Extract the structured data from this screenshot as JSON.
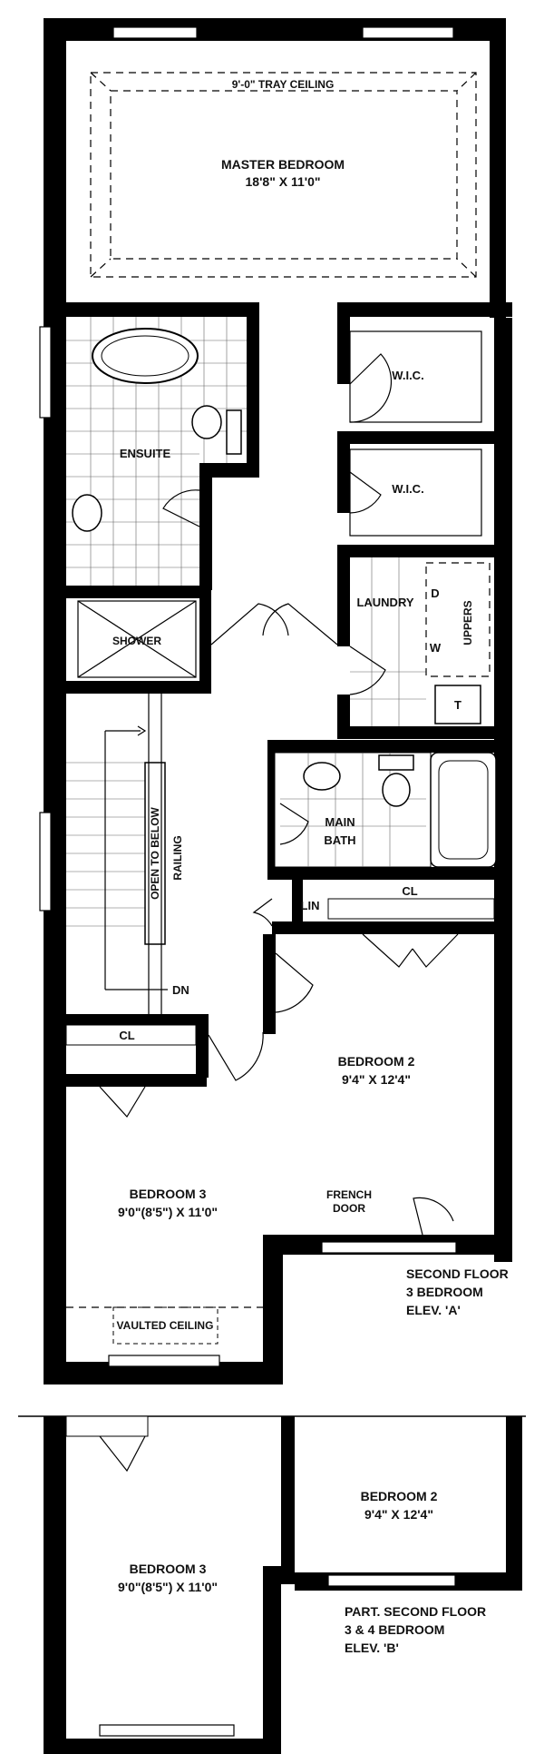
{
  "upper_plan": {
    "master_bedroom": {
      "ceiling": "9'-0\" TRAY CEILING",
      "name": "MASTER BEDROOM",
      "size": "18'8\" X 11'0\""
    },
    "wic_1": "W.I.C.",
    "wic_2": "W.I.C.",
    "ensuite": "ENSUITE",
    "shower": "SHOWER",
    "laundry": {
      "name": "LAUNDRY",
      "dryer": "D",
      "washer": "W",
      "uppers": "UPPERS",
      "tub": "T"
    },
    "main_bath": {
      "line1": "MAIN",
      "line2": "BATH"
    },
    "lin": "LIN",
    "cl_bedroom2": "CL",
    "cl_bedroom3": "CL",
    "open_to_below": "OPEN TO BELOW",
    "railing": "RAILING",
    "stair_dn": "DN",
    "bedroom_2": {
      "name": "BEDROOM 2",
      "size": "9'4\" X 12'4\""
    },
    "french_door": {
      "line1": "FRENCH",
      "line2": "DOOR"
    },
    "bedroom_3": {
      "name": "BEDROOM 3",
      "size": "9'0\"(8'5\") X 11'0\""
    },
    "vaulted_ceiling": "VAULTED CEILING",
    "caption": {
      "line1": "SECOND FLOOR",
      "line2": "3 BEDROOM",
      "line3": "ELEV. 'A'"
    }
  },
  "lower_plan": {
    "bedroom_3": {
      "name": "BEDROOM 3",
      "size": "9'0\"(8'5\") X 11'0\""
    },
    "bedroom_2": {
      "name": "BEDROOM 2",
      "size": "9'4\" X 12'4\""
    },
    "caption": {
      "line1": "PART. SECOND FLOOR",
      "line2": "3 & 4 BEDROOM",
      "line3": "ELEV. 'B'"
    }
  }
}
